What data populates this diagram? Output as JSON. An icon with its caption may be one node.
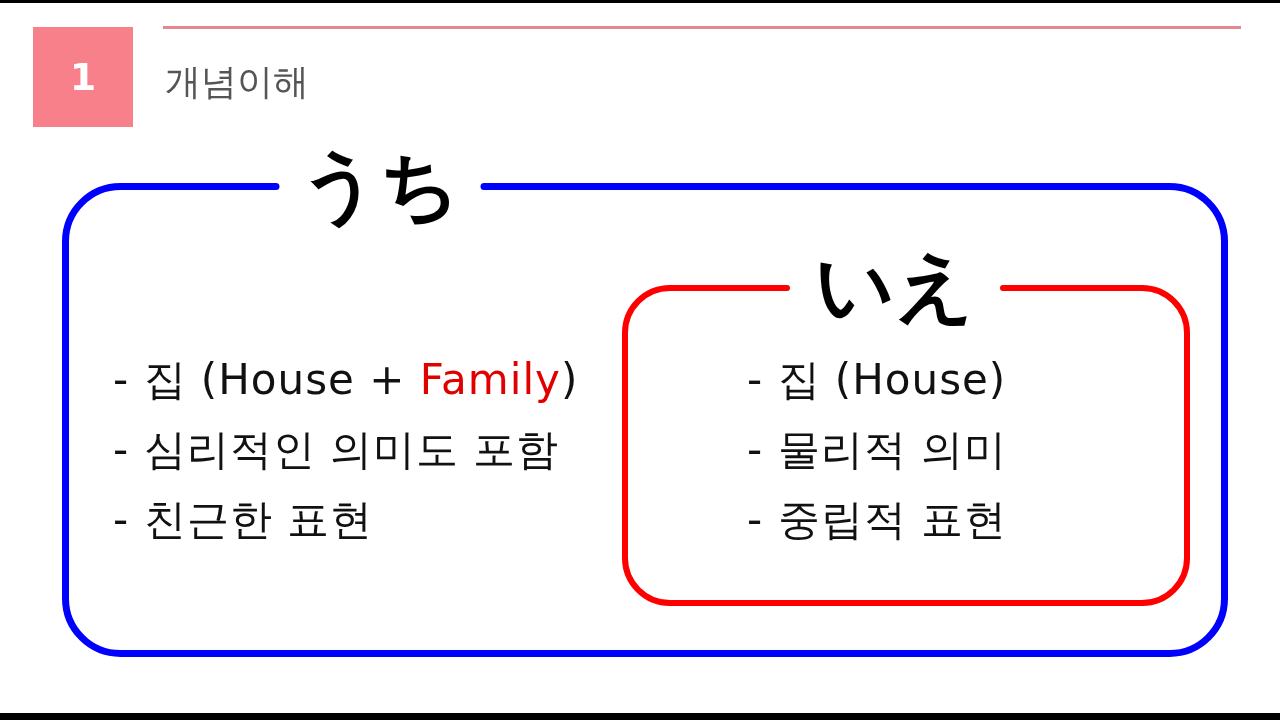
{
  "diagram": {
    "title": "개념이해",
    "nodes": [
      {
        "text": [
          "1"
        ]
      },
      {
        "text": [
          "うち",
          "- 집 (House + **Family**)",
          "- 심리적인 의미도 포함",
          "- 친근한 표현"
        ]
      },
      {
        "text": [
          "いえ",
          "- 집 (House)",
          "- 물리적 의미",
          "- 중립적 표현"
        ],
        "in": 1
      }
    ],
    "edges": []
  }
}
